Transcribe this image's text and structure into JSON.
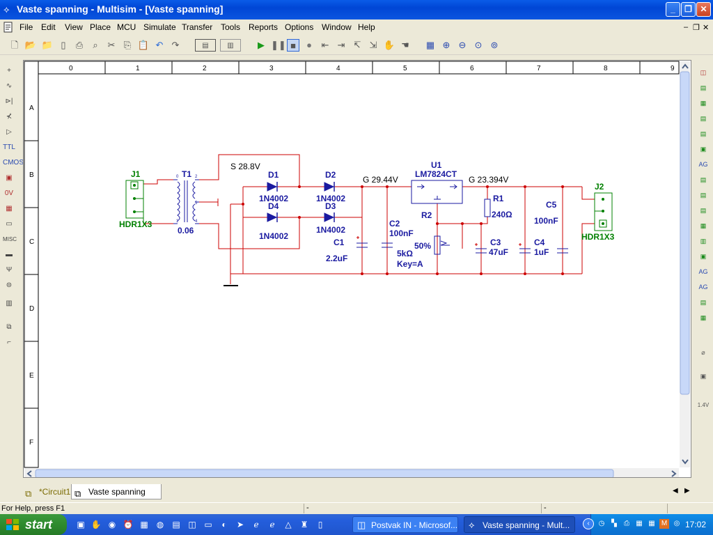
{
  "window": {
    "title": "Vaste spanning - Multisim - [Vaste spanning]",
    "minimize_icon": "minimize-icon",
    "maximize_icon": "restore-icon",
    "close_icon": "close-icon"
  },
  "menu": [
    "File",
    "Edit",
    "View",
    "Place",
    "MCU",
    "Simulate",
    "Transfer",
    "Tools",
    "Reports",
    "Options",
    "Window",
    "Help"
  ],
  "toolbar_icons": [
    "new-icon",
    "open-icon",
    "open-folder-icon",
    "save-icon",
    "print-icon",
    "print-preview-icon",
    "cut-icon",
    "copy-icon",
    "paste-icon",
    "undo-icon",
    "redo-icon",
    "toggle-icon",
    "run-icon",
    "pause-icon",
    "stop-icon",
    "record-icon",
    "step-icon",
    "zoom-area-icon",
    "zoom-in-icon",
    "zoom-out-icon",
    "zoom-fit-icon",
    "zoom-full-icon"
  ],
  "ruler": {
    "columns": [
      "0",
      "1",
      "2",
      "3",
      "4",
      "5",
      "6",
      "7",
      "8",
      "9"
    ],
    "rows": [
      "A",
      "B",
      "C",
      "D",
      "E",
      "F"
    ]
  },
  "schematic": {
    "j1": {
      "ref": "J1",
      "part": "HDR1X3"
    },
    "t1": {
      "ref": "T1",
      "value": "0.06",
      "pin0": "0",
      "pin2": "2",
      "pin5": "5",
      "pin1": "1",
      "pin4": "4"
    },
    "probe_s": "S 28.8V",
    "d1": {
      "ref": "D1",
      "part": "1N4002"
    },
    "d2": {
      "ref": "D2",
      "part": "1N4002"
    },
    "d3": {
      "ref": "D3",
      "part": "1N4002"
    },
    "d4": {
      "ref": "D4",
      "part": "1N4002"
    },
    "probe_g1": "G 29.44V",
    "u1": {
      "ref": "U1",
      "part": "LM7824CT"
    },
    "probe_g2": "G 23.394V",
    "c1": {
      "ref": "C1",
      "value": "2.2uF"
    },
    "c2": {
      "ref": "C2",
      "value": "100nF"
    },
    "r2": {
      "ref": "R2",
      "value": "5kΩ",
      "key": "Key=A",
      "setting": "50%"
    },
    "r1": {
      "ref": "R1",
      "value": "240Ω"
    },
    "c3": {
      "ref": "C3",
      "value": "47uF"
    },
    "c4": {
      "ref": "C4",
      "value": "1uF"
    },
    "c5": {
      "ref": "C5",
      "value": "100nF"
    },
    "j2": {
      "ref": "J2",
      "part": "HDR1X3"
    },
    "wire_color": "#cc0000",
    "label_color": "#1a1aa0",
    "connector_color": "#008000"
  },
  "tabs": [
    {
      "label": "*Circuit1",
      "icon": "circuit-doc-icon"
    },
    {
      "label": "Vaste spanning",
      "icon": "circuit-doc-icon"
    }
  ],
  "status": {
    "help_text": "For Help, press F1",
    "field2": "-",
    "field3": "-"
  },
  "taskbar": {
    "start_label": "start",
    "tasks": [
      {
        "label": "Postvak IN - Microsof...",
        "icon": "outlook-icon"
      },
      {
        "label": "Vaste spanning - Mult...",
        "icon": "multisim-icon"
      }
    ],
    "clock": "17:02"
  }
}
